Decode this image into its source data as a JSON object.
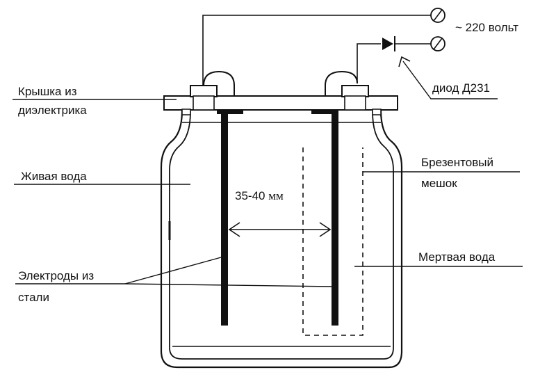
{
  "labels": {
    "voltage": "~ 220 вольт",
    "lid_line1": "Крышка из",
    "lid_line2": "диэлектрика",
    "diode": "диод Д231",
    "live_water": "Живая вода",
    "canvas_bag_line1": "Брезентовый",
    "canvas_bag_line2": "мешок",
    "gap": "35-40",
    "gap_unit": "мм",
    "dead_water": "Мертвая вода",
    "electrodes_line1": "Электроды из",
    "electrodes_line2": "стали"
  },
  "colors": {
    "ink": "#111111",
    "background": "#ffffff"
  }
}
